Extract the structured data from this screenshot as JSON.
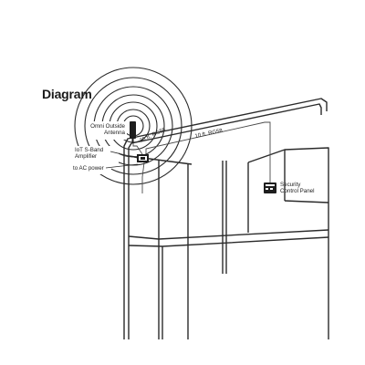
{
  "title": "Diagram",
  "labels": {
    "antenna_line1": "Omni Outside",
    "antenna_line2": "Antenna",
    "amp_line1": "IoT S-Band",
    "amp_line2": "Amplifier",
    "power": "to AC power",
    "panel_line1": "Security",
    "panel_line2": "Control Panel",
    "cable_short": "30 ft. RG58",
    "cable_long": "10 ft. RG58"
  }
}
